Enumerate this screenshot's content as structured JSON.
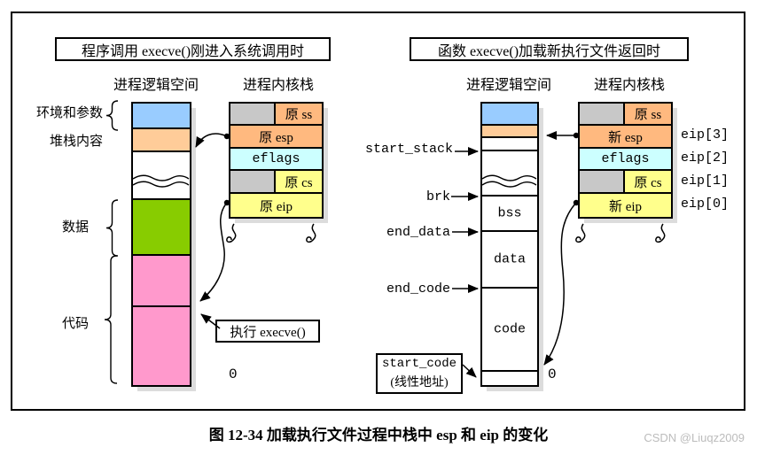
{
  "colors": {
    "blue": "#99ccff",
    "peach": "#ffcc99",
    "stack_orange": "#ffb97f",
    "cyan": "#ccffff",
    "yellow": "#ffff8c",
    "green": "#88cc00",
    "pink": "#ff99cc",
    "gray": "#c8c8c8",
    "shadow": "#dcdcdc"
  },
  "caption": "图 12-34  加载执行文件过程中栈中 esp 和 eip 的变化",
  "watermark": "CSDN @Liuqz2009",
  "left": {
    "title": "程序调用 execve()刚进入系统调用时",
    "logical_header": "进程逻辑空间",
    "stack_header": "进程内核栈",
    "env_label": "环境和参数",
    "stack_content_label": "堆栈内容",
    "data_label": "数据",
    "code_label": "代码",
    "zero": "0",
    "exec_note": "执行 execve()",
    "rows": {
      "ss": "原 ss",
      "esp": "原 esp",
      "eflags": "eflags",
      "cs": "原 cs",
      "eip": "原 eip"
    }
  },
  "right": {
    "title": "函数 execve()加载新执行文件返回时",
    "logical_header": "进程逻辑空间",
    "stack_header": "进程内核栈",
    "start_stack": "start_stack",
    "brk": "brk",
    "end_data": "end_data",
    "end_code": "end_code",
    "start_code_line1": "start_code",
    "start_code_line2": "(线性地址)",
    "bss": "bss",
    "data": "data",
    "code": "code",
    "zero": "0",
    "rows": {
      "ss": "原 ss",
      "esp": "新 esp",
      "eflags": "eflags",
      "cs": "原 cs",
      "eip": "新 eip"
    },
    "eip_labels": [
      "eip[3]",
      "eip[2]",
      "eip[1]",
      "eip[0]"
    ]
  }
}
